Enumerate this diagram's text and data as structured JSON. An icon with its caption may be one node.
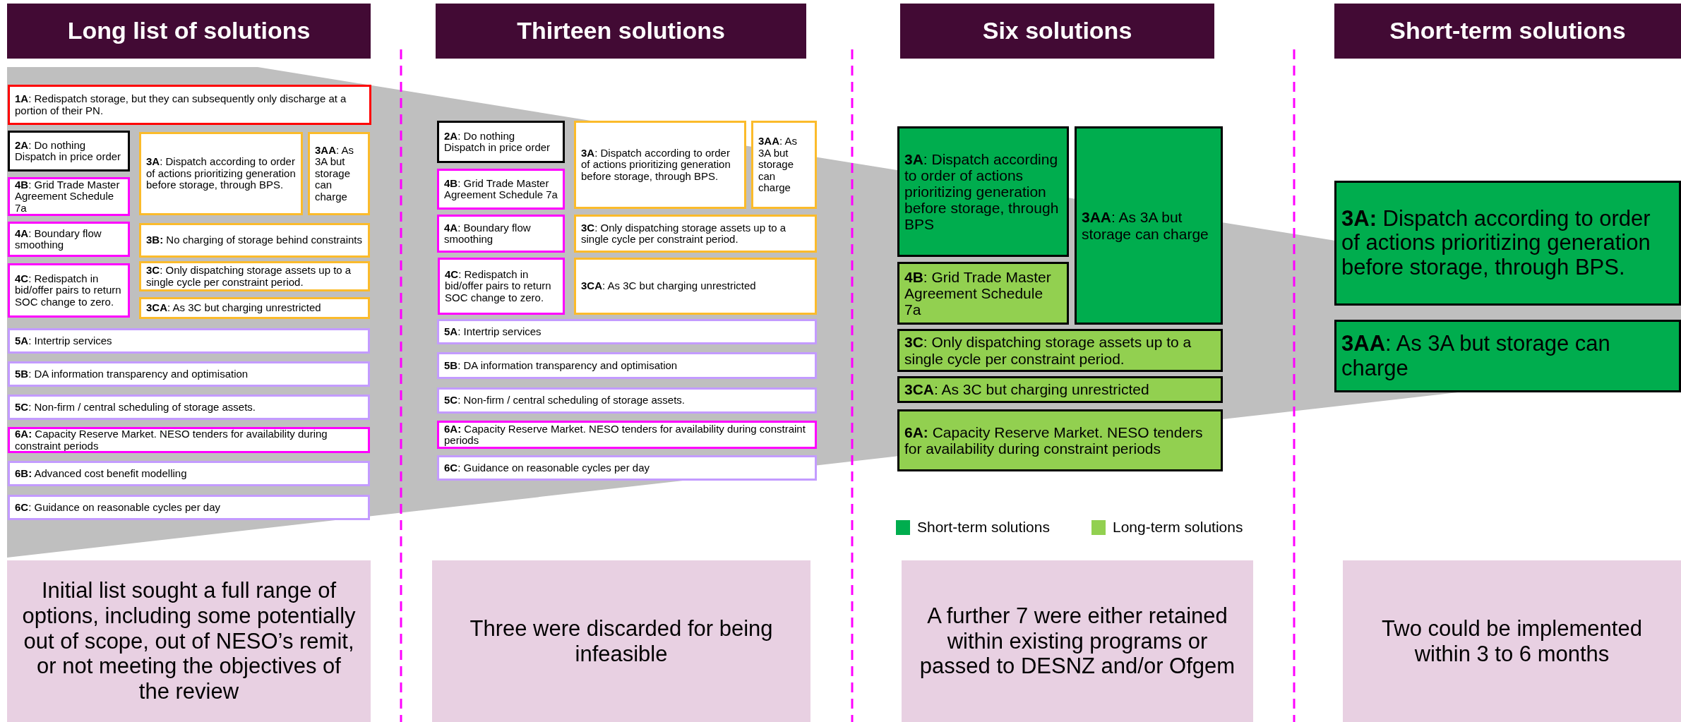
{
  "diagram": {
    "nodes": [
      {
        "text": [
          "Long list of solutions"
        ]
      },
      {
        "text": [
          "**1A**: Redispatch storage, but they can subsequently only discharge at a portion of their PN."
        ]
      },
      {
        "text": [
          "**2A**: Do nothing Dispatch in price order"
        ]
      },
      {
        "text": [
          "**3A**: Dispatch according to order of actions prioritizing generation before storage, through BPS."
        ]
      },
      {
        "text": [
          "**3AA**: As 3A but storage can charge"
        ]
      },
      {
        "text": [
          "**4B**: Grid Trade Master Agreement Schedule 7a"
        ]
      },
      {
        "text": [
          "**4A**: Boundary flow smoothing"
        ]
      },
      {
        "text": [
          "**3B:** No charging of storage behind constraints"
        ]
      },
      {
        "text": [
          "**4C**: Redispatch in bid/offer pairs to return SOC change to zero."
        ]
      },
      {
        "text": [
          "**3C**: Only dispatching storage assets up to a single cycle per constraint period."
        ]
      },
      {
        "text": [
          "**3CA**: As 3C but charging unrestricted"
        ]
      },
      {
        "text": [
          "**5A**: Intertrip services"
        ]
      },
      {
        "text": [
          "**5B**: DA information transparency and optimisation"
        ]
      },
      {
        "text": [
          "**5C**: Non-firm / central scheduling of storage assets."
        ]
      },
      {
        "text": [
          "**6A:** Capacity Reserve Market. NESO tenders for availability during constraint periods"
        ]
      },
      {
        "text": [
          "**6B:** Advanced cost benefit modelling"
        ]
      },
      {
        "text": [
          "**6C**: Guidance on reasonable cycles per day"
        ]
      },
      {
        "text": [
          "Initial list sought a full range of options, including some potentially out of scope, out of NESO’s remit, or not meeting the objectives of the review"
        ]
      },
      {
        "text": [
          "Thirteen solutions"
        ]
      },
      {
        "text": [
          "**2A**: Do nothing Dispatch in price order"
        ]
      },
      {
        "text": [
          "**3A**: Dispatch according to order of actions prioritizing generation before storage, through BPS."
        ]
      },
      {
        "text": [
          "**3AA**: As 3A but storage can charge"
        ]
      },
      {
        "text": [
          "**4B**: Grid Trade Master Agreement Schedule 7a"
        ]
      },
      {
        "text": [
          "**4A**: Boundary flow smoothing"
        ]
      },
      {
        "text": [
          "**3C**: Only dispatching storage assets up to a single cycle per constraint period."
        ]
      },
      {
        "text": [
          "**4C**: Redispatch in bid/offer pairs to return SOC change to zero."
        ]
      },
      {
        "text": [
          "**3CA**: As 3C but charging unrestricted"
        ]
      },
      {
        "text": [
          "**5A**: Intertrip services"
        ]
      },
      {
        "text": [
          "**5B**: DA information transparency and optimisation"
        ]
      },
      {
        "text": [
          "**5C**: Non-firm / central scheduling of storage assets."
        ]
      },
      {
        "text": [
          "**6A:** Capacity Reserve Market. NESO tenders for availability during constraint periods"
        ]
      },
      {
        "text": [
          "**6C**: Guidance on reasonable cycles per day"
        ]
      },
      {
        "text": [
          "Three were discarded for being infeasible"
        ]
      },
      {
        "text": [
          "Six solutions"
        ]
      },
      {
        "text": [
          "**3A**: Dispatch according to order of actions prioritizing generation before storage, through BPS"
        ]
      },
      {
        "text": [
          "**3AA**: As 3A but storage can charge"
        ]
      },
      {
        "text": [
          "**4B**: Grid Trade Master Agreement Schedule 7a"
        ]
      },
      {
        "text": [
          "**3C**: Only dispatching storage assets up to a single cycle per constraint period."
        ]
      },
      {
        "text": [
          "**3CA**: As 3C but charging unrestricted"
        ]
      },
      {
        "text": [
          "**6A:** Capacity Reserve Market. NESO tenders for availability during constraint periods"
        ]
      },
      {
        "text": [
          "A further 7 were either retained within existing programs or passed to DESNZ and/or Ofgem"
        ]
      },
      {
        "text": [
          "Short-term solutions"
        ]
      },
      {
        "text": [
          "**3A:** Dispatch according to order of actions prioritizing generation before storage, through BPS."
        ]
      },
      {
        "text": [
          "**3AA**: As 3A but storage can charge"
        ]
      },
      {
        "text": [
          "Two could be implemented within 3 to 6 months"
        ]
      }
    ],
    "legend": [
      {
        "text": "Short-term solutions",
        "color": "#00ad4e"
      },
      {
        "text": "Long-term solutions",
        "color": "#92d050"
      }
    ]
  }
}
